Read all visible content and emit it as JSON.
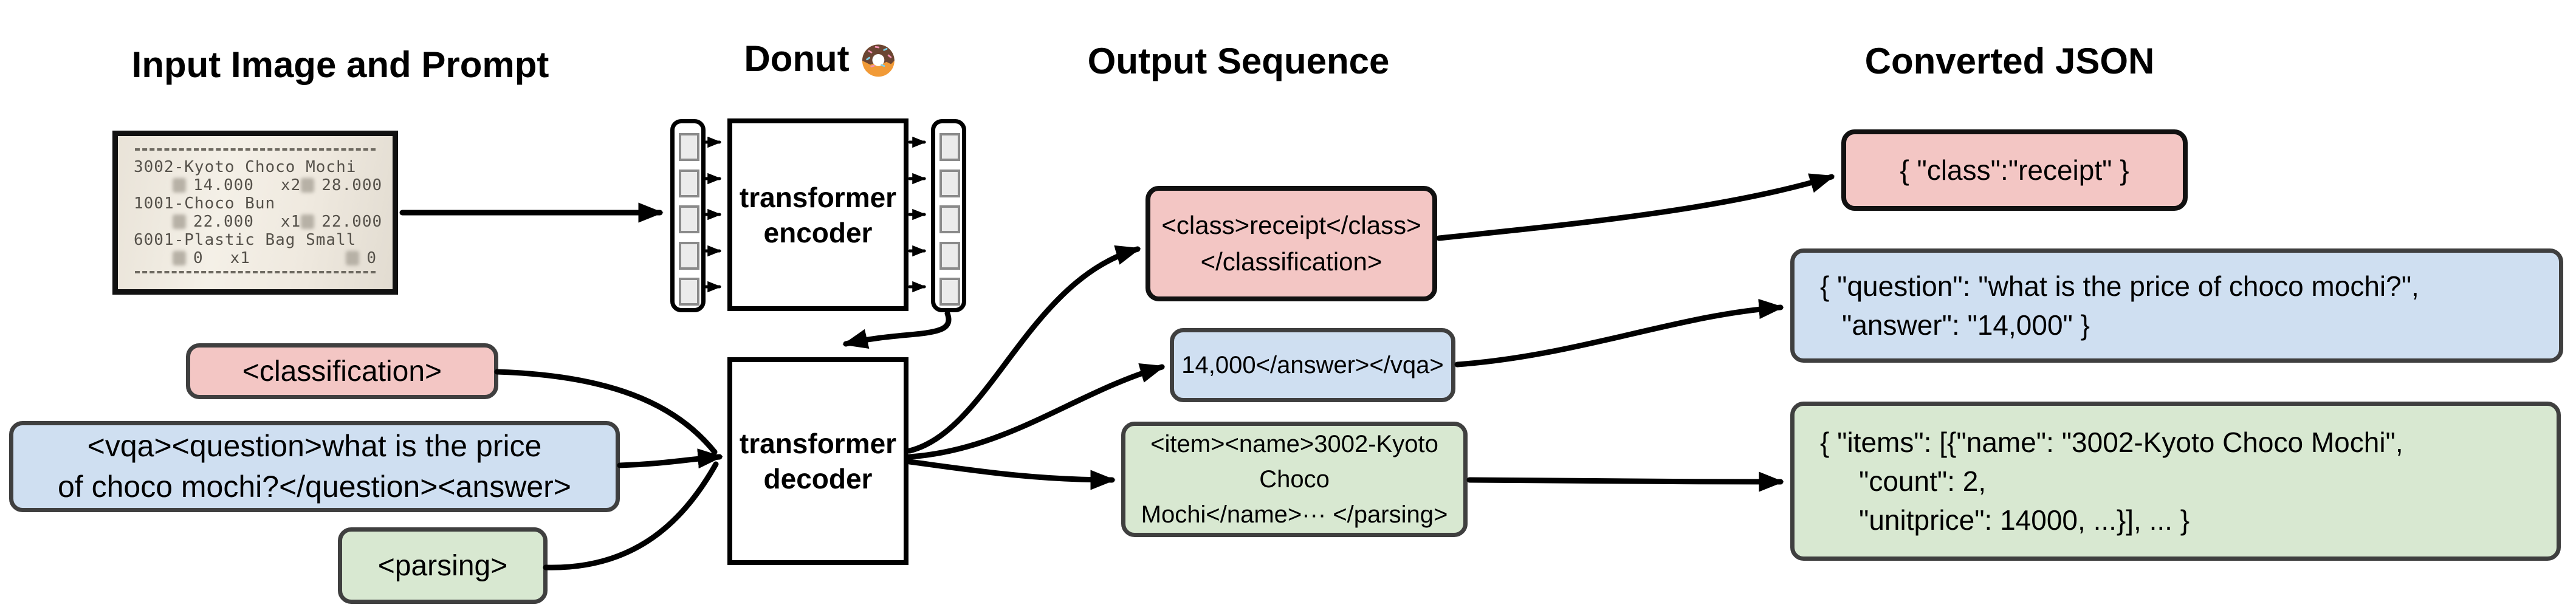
{
  "headings": {
    "input": "Input Image and Prompt",
    "model": "Donut",
    "model_icon": "donut-emoji",
    "output": "Output Sequence",
    "json": "Converted JSON"
  },
  "receipt": {
    "item1": "3002-Kyoto Choco Mochi",
    "item1_price": "14.000",
    "item1_qty": "x2",
    "item1_total": "28.000",
    "item2": "1001-Choco Bun",
    "item2_price": "22.000",
    "item2_qty": "x1",
    "item2_total": "22.000",
    "item3": "6001-Plastic Bag Small",
    "item3_price": "0",
    "item3_qty": "x1",
    "item3_total": "0"
  },
  "model": {
    "encoder_line1": "transformer",
    "encoder_line2": "encoder",
    "decoder_line1": "transformer",
    "decoder_line2": "decoder"
  },
  "prompts": {
    "classification": "<classification>",
    "vqa_line1": "<vqa><question>what is the price",
    "vqa_line2": "of choco mochi?</question><answer>",
    "parsing": "<parsing>"
  },
  "outputs": {
    "classification_line1": "<class>receipt</class>",
    "classification_line2": "</classification>",
    "vqa": "14,000</answer></vqa>",
    "parsing_line1": "<item><name>3002-Kyoto Choco",
    "parsing_line2": "Mochi</name>··· </parsing>"
  },
  "json_outputs": {
    "classification": "{ \"class\":\"receipt\" }",
    "vqa_line1": "{ \"question\": \"what is the price of choco mochi?\",",
    "vqa_line2": "\"answer\": \"14,000\" }",
    "parsing_line1": "{ \"items\": [{\"name\": \"3002-Kyoto Choco Mochi\",",
    "parsing_line2": "\"count\": 2,",
    "parsing_line3": "\"unitprice\": 14000, ...}], ... }"
  },
  "colors": {
    "classification_fill": "#f3c6c4",
    "vqa_fill": "#cfdff1",
    "parsing_fill": "#d8e8d1",
    "box_border": "#3f3f3f",
    "arrow": "#000000"
  }
}
